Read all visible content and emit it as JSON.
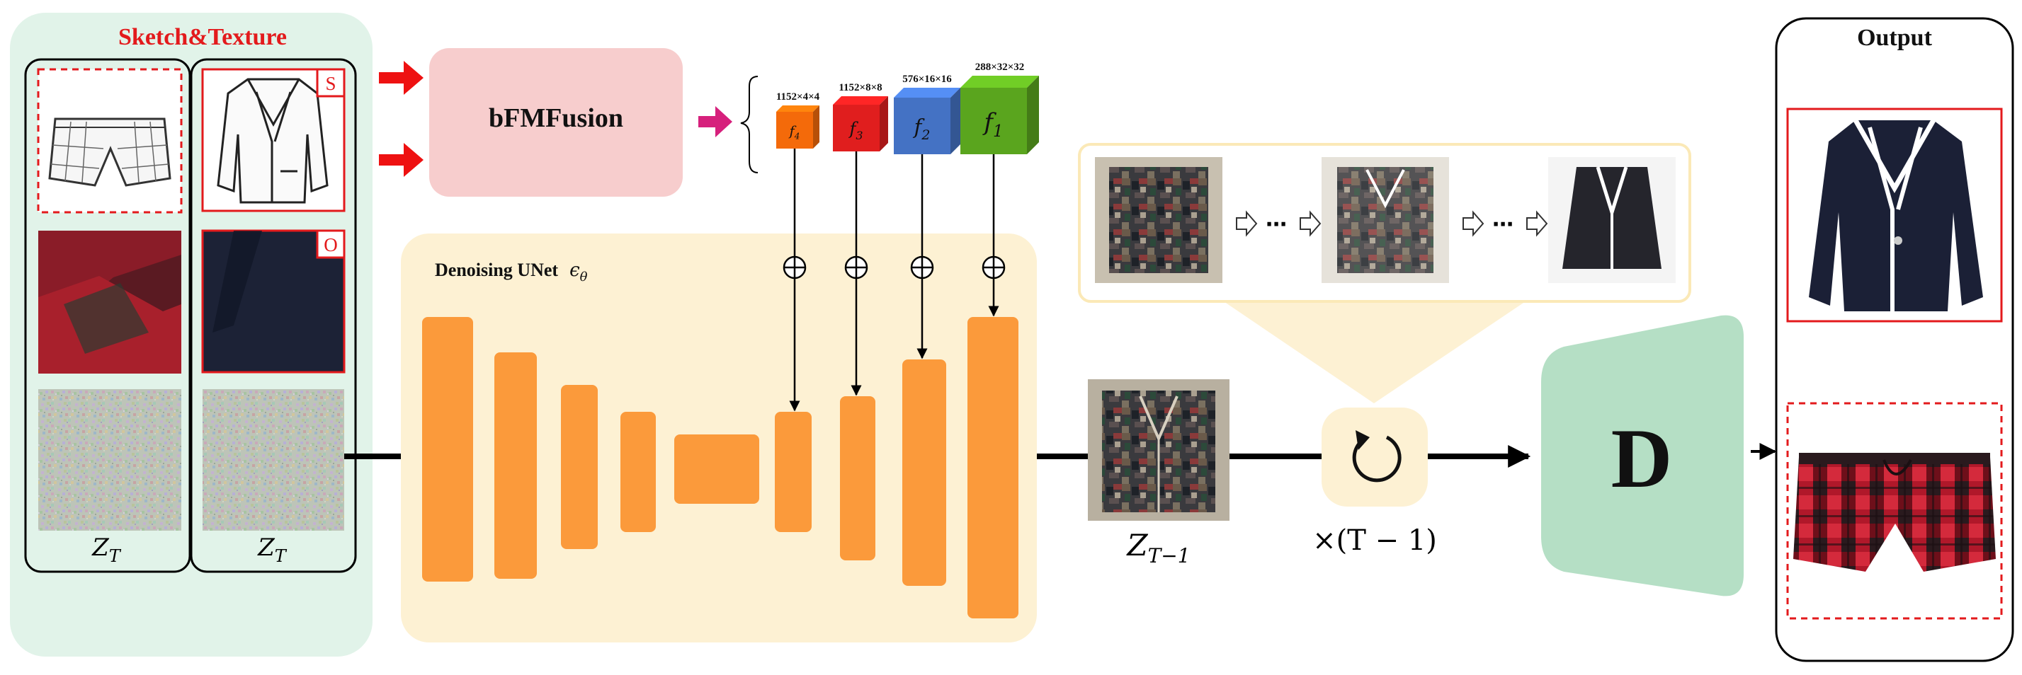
{
  "input_panel": {
    "title": "Sketch&Texture",
    "sketch_tag": "S",
    "texture_tag": "O",
    "latent_left": "Z",
    "latent_left_sub": "T",
    "latent_right": "Z",
    "latent_right_sub": "T"
  },
  "fusion": {
    "label": "bFMFusion"
  },
  "features": [
    {
      "dim": "1152×4×4",
      "name": "f",
      "sub": "4",
      "color": "#f46a0a"
    },
    {
      "dim": "1152×8×8",
      "name": "f",
      "sub": "3",
      "color": "#e01e1e"
    },
    {
      "dim": "576×16×16",
      "name": "f",
      "sub": "2",
      "color": "#4472c4"
    },
    {
      "dim": "288×32×32",
      "name": "f",
      "sub": "1",
      "color": "#5aa51e"
    }
  ],
  "unet": {
    "label": "Denoising UNet",
    "symbol": "ϵ",
    "symbol_sub": "θ",
    "fill": "#fdf1d3",
    "block_color": "#fb9a3b"
  },
  "latent": {
    "label": "Z",
    "sub": "T−1"
  },
  "loop": {
    "label": "×(T − 1)",
    "ellipsis": "⋯"
  },
  "decoder": {
    "label": "D",
    "fill": "#b5dfc5"
  },
  "output": {
    "title": "Output"
  },
  "icons": {
    "loop": "refresh-icon",
    "add": "circled-plus-icon",
    "arrow": "hollow-arrow-icon"
  }
}
